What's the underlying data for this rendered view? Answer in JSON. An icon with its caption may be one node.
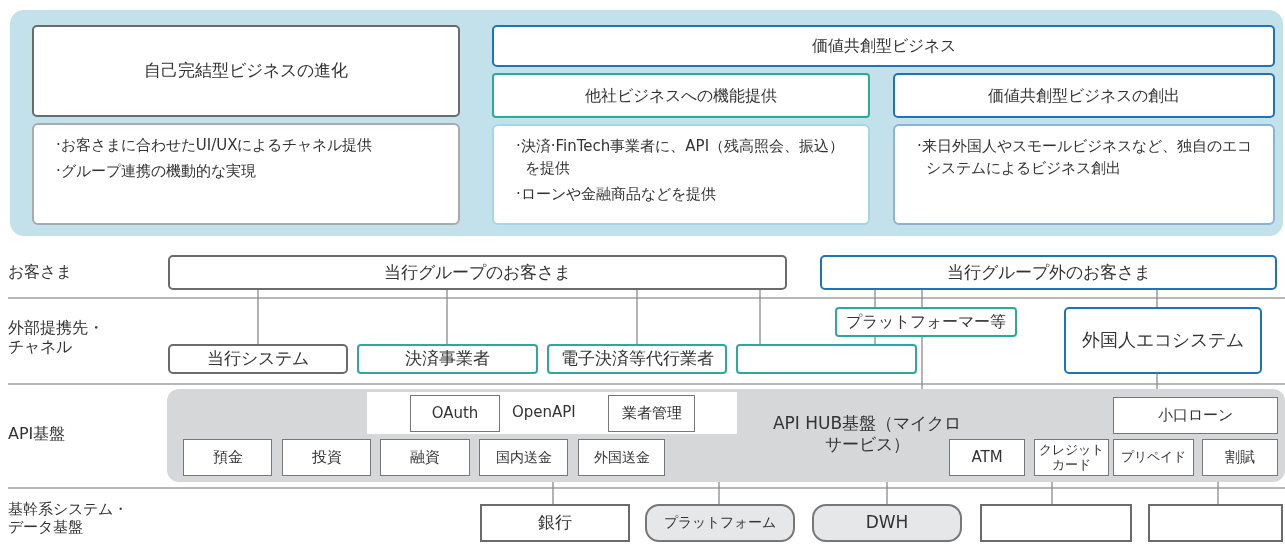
{
  "diagram": {
    "nodes": [
      {
        "text": [],
        "shape": "box"
      },
      {
        "text": [
          "自己完結型ビジネスの進化"
        ],
        "in": 0
      },
      {
        "text": [
          "·お客さまに合わせたUI/UXによるチャネル提供",
          "·グループ連携の機動的な実現"
        ],
        "in": 0
      },
      {
        "text": [
          "価値共創型ビジネス"
        ],
        "in": 0
      },
      {
        "text": [
          "他社ビジネスへの機能提供"
        ],
        "in": 0
      },
      {
        "text": [
          "·決済·FinTech事業者に、API（残高照会、振込）を提供",
          "·ローンや金融商品などを提供"
        ],
        "in": 0
      },
      {
        "text": [
          "価値共創型ビジネスの創出"
        ],
        "in": 0
      },
      {
        "text": [
          "·来日外国人やスモールビジネスなど、独自のエコシステムによるビジネス創出"
        ],
        "in": 0
      },
      {
        "text": [
          "当行グループのお客さま"
        ]
      },
      {
        "text": [
          "当行グループ外のお客さま"
        ]
      },
      {
        "text": [
          "当行システム"
        ]
      },
      {
        "text": [
          "決済事業者"
        ]
      },
      {
        "text": [
          "電子決済等代行業者"
        ]
      },
      {
        "text": [],
        "shape": "box"
      },
      {
        "text": [
          "プラットフォーマー等"
        ]
      },
      {
        "text": [
          "外国人エコシステム"
        ]
      },
      {
        "text": [
          "API HUB基盤（マイクロサービス）"
        ]
      },
      {
        "text": [
          "OpenAPI"
        ],
        "in": 16
      },
      {
        "text": [
          "OAuth"
        ],
        "in": 17
      },
      {
        "text": [
          "業者管理"
        ],
        "in": 17
      },
      {
        "text": [
          "預金"
        ],
        "in": 16
      },
      {
        "text": [
          "投資"
        ],
        "in": 16
      },
      {
        "text": [
          "融資"
        ],
        "in": 16
      },
      {
        "text": [
          "国内送金"
        ],
        "in": 16
      },
      {
        "text": [
          "外国送金"
        ],
        "in": 16
      },
      {
        "text": [
          "小口ローン"
        ],
        "in": 16
      },
      {
        "text": [
          "ATM"
        ],
        "in": 16
      },
      {
        "text": [
          "クレジットカード"
        ],
        "in": 16
      },
      {
        "text": [
          "プリペイド"
        ],
        "in": 16
      },
      {
        "text": [
          "割賦"
        ],
        "in": 16
      },
      {
        "text": [
          "銀行"
        ]
      },
      {
        "text": [
          "プラットフォーム"
        ]
      },
      {
        "text": [
          "DWH"
        ]
      },
      {
        "text": [],
        "shape": "box"
      },
      {
        "text": [],
        "shape": "box"
      }
    ],
    "edges": [
      {
        "from": 8,
        "to": 10,
        "arrow": "none"
      },
      {
        "from": 8,
        "to": 11,
        "arrow": "none"
      },
      {
        "from": 8,
        "to": 12,
        "arrow": "none"
      },
      {
        "from": 8,
        "to": 13,
        "arrow": "none"
      },
      {
        "from": 9,
        "to": 14,
        "arrow": "none"
      },
      {
        "from": 14,
        "to": 13,
        "arrow": "none"
      },
      {
        "from": 9,
        "to": 14,
        "arrow": "none"
      },
      {
        "from": 14,
        "to": 16,
        "arrow": "none"
      },
      {
        "from": 9,
        "to": 15,
        "arrow": "none"
      },
      {
        "from": 15,
        "to": 16,
        "arrow": "none"
      },
      {
        "from": 23,
        "to": 30,
        "arrow": "none"
      },
      {
        "from": 16,
        "to": 31,
        "arrow": "none"
      },
      {
        "from": 16,
        "to": 32,
        "arrow": "none"
      },
      {
        "from": 27,
        "to": 33,
        "arrow": "none"
      },
      {
        "from": 29,
        "to": 34,
        "arrow": "none"
      }
    ],
    "labels": [
      "お客さま",
      "外部提携先・チャネル",
      "API基盤",
      "基幹系システム・データ基盤"
    ]
  }
}
